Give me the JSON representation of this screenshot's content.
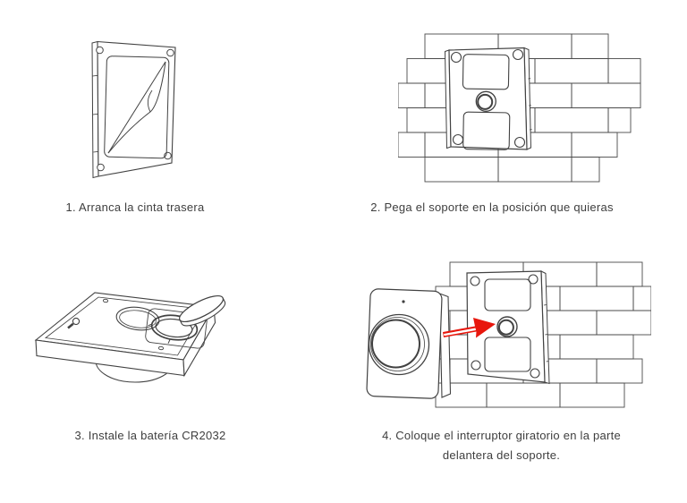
{
  "colors": {
    "background": "#ffffff",
    "line_art": "#424242",
    "brick_line": "#4a4a4a",
    "caption_text": "#3e3e3e",
    "arrow_red": "#e8160c"
  },
  "steps": [
    {
      "caption": "1. Arranca la cinta trasera",
      "illustration": "mounting-plate-peeling-backing-tape"
    },
    {
      "caption": "2. Pega el soporte en la posición que quieras",
      "illustration": "mounting-bracket-on-brick-wall"
    },
    {
      "caption": "3. Instale la batería CR2032",
      "illustration": "switch-back-with-cr2032-battery"
    },
    {
      "caption_line1": "4. Coloque el interruptor giratorio en la parte",
      "caption_line2": "delantera del soporte.",
      "illustration": "rotary-switch-attaching-to-wall-bracket"
    }
  ]
}
